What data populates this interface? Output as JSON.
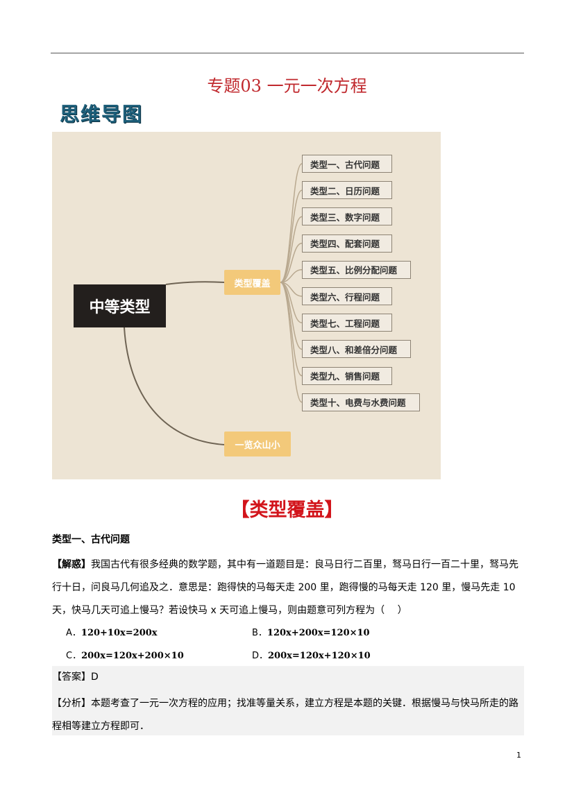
{
  "header": {
    "title": "专题03  一元一次方程"
  },
  "mindmap": {
    "label": "思维导图",
    "center": "中等类型",
    "branch1": "类型覆盖",
    "branch2": "一览众山小",
    "leaves": [
      "类型一、古代问题",
      "类型二、日历问题",
      "类型三、数字问题",
      "类型四、配套问题",
      "类型五、比例分配问题",
      "类型六、行程问题",
      "类型七、工程问题",
      "类型八、和差倍分问题",
      "类型九、销售问题",
      "类型十、电费与水费问题"
    ]
  },
  "section": {
    "heading": "【类型覆盖】",
    "subheading": "类型一、古代问题"
  },
  "question": {
    "tag": "【解惑】",
    "text": "我国古代有很多经典的数学题，其中有一道题目是：良马日行二百里，驽马日行一百二十里，驽马先行十日，问良马几何追及之．意思是：跑得快的马每天走 200 里，跑得慢的马每天走 120 里，慢马先走 10 天，快马几天可追上慢马？若设快马 x 天可追上慢马，则由题意可列方程为（　 ）",
    "options": [
      {
        "letter": "A．",
        "expr": "120+10x=200x"
      },
      {
        "letter": "B．",
        "expr": "120x+200x=120×10"
      },
      {
        "letter": "C．",
        "expr": "200x=120x+200×10"
      },
      {
        "letter": "D．",
        "expr": "200x=120x+120×10"
      }
    ]
  },
  "answer": {
    "tag": "【答案】",
    "value": "D"
  },
  "analysis": {
    "tag": "【分析】",
    "text": "本题考查了一元一次方程的应用；找准等量关系，建立方程是本题的关键．根据慢马与快马所走的路程相等建立方程即可．"
  },
  "footer": {
    "page": "1"
  }
}
